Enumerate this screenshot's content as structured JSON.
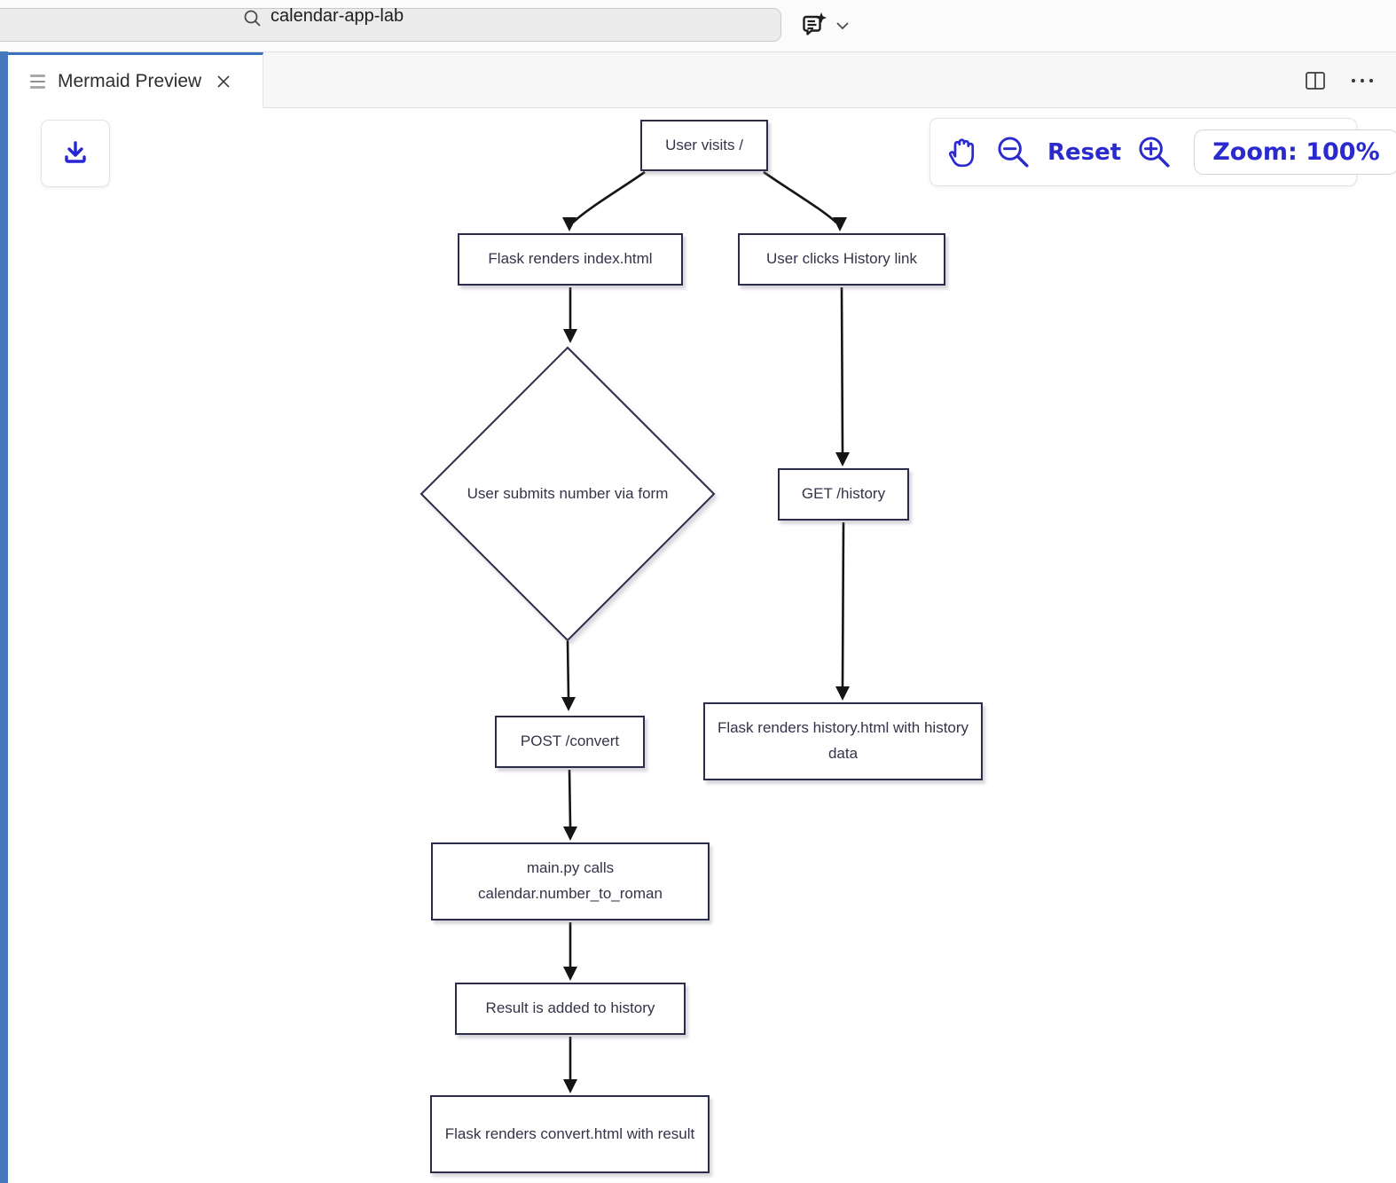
{
  "header": {
    "search_value": "calendar-app-lab"
  },
  "tab": {
    "title": "Mermaid Preview"
  },
  "toolbar": {
    "reset_label": "Reset",
    "zoom_label": "Zoom: 100%"
  },
  "diagram": {
    "type": "flowchart",
    "nodes": {
      "user_visits": "User visits /",
      "flask_index": "Flask renders index.html",
      "history_link": "User clicks History link",
      "submit_form": "User submits number via form",
      "get_history": "GET /history",
      "post_convert": "POST /convert",
      "main_py": "main.py calls calendar.number_to_roman",
      "history_render": "Flask renders history.html with history data",
      "result_added": "Result is added to history",
      "convert_render": "Flask renders convert.html with result"
    },
    "edges": [
      "user_visits -> flask_index",
      "user_visits -> history_link",
      "flask_index -> submit_form",
      "submit_form -> post_convert",
      "post_convert -> main_py",
      "main_py -> result_added",
      "result_added -> convert_render",
      "history_link -> get_history",
      "get_history -> history_render"
    ]
  },
  "icons": {
    "search": "magnifier",
    "copilot_chat": "speech-bubble-sparkle",
    "chevron": "chevron-down",
    "tab_glyph": "preview-lines",
    "close": "x",
    "split_editor": "split-rectangle",
    "more": "ellipsis",
    "download": "arrow-into-tray",
    "pan": "open-hand",
    "zoom_out": "magnifier-minus",
    "zoom_in": "magnifier-plus"
  },
  "colors": {
    "accent_blue": "#2a2ace",
    "focus_border_blue": "#4478bd",
    "tab_active_blue": "#3c6fbe",
    "node_border": "#2b2b4a",
    "node_text": "#333349",
    "edge_black": "#151515"
  }
}
